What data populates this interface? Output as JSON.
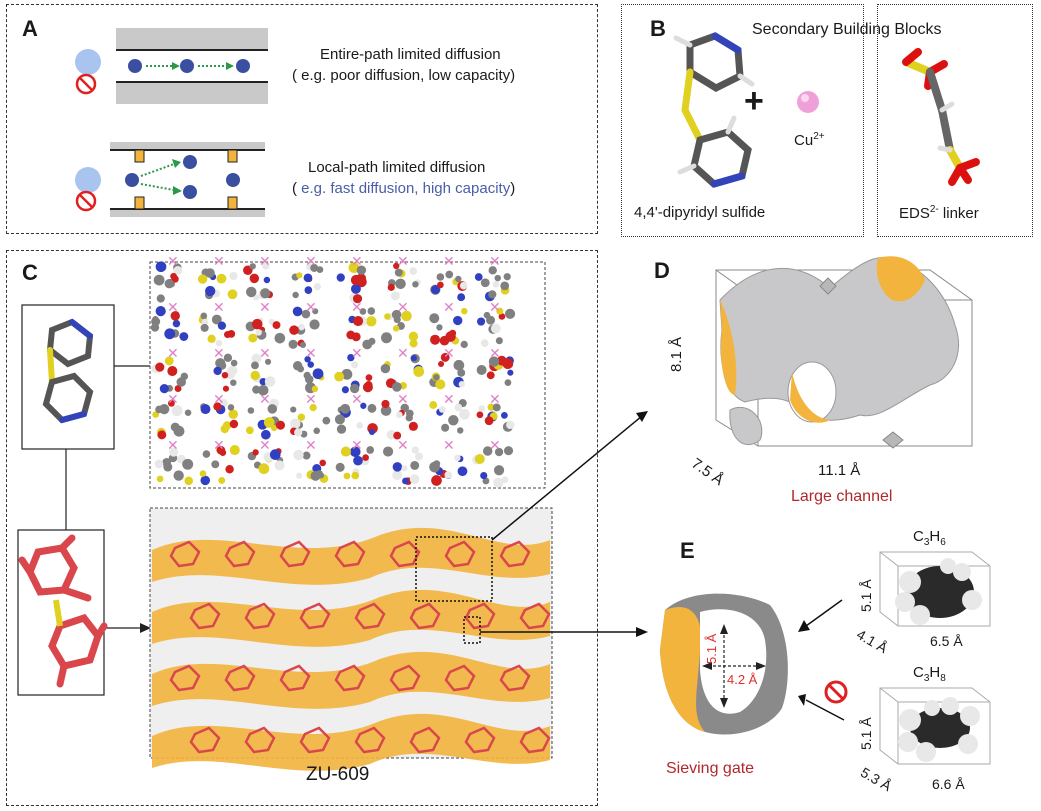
{
  "panelA": {
    "letter": "A",
    "top": {
      "line1": "Entire-path limited diffusion",
      "line2": "( e.g. poor diffusion, low capacity)"
    },
    "bottom": {
      "line1": "Local-path limited diffusion",
      "line2_open": "( ",
      "line2_blue": "e.g. fast diffusion, high capacity",
      "line2_close": ")"
    }
  },
  "panelB": {
    "letter": "B",
    "title": "Secondary Building Blocks",
    "ligand_label": "4,4'-dipyridyl sulfide",
    "plus": "+",
    "metal": "Cu",
    "metal_charge": "2+",
    "linker_label": "EDS",
    "linker_charge": "2-",
    "linker_word": " linker"
  },
  "panelC": {
    "letter": "C",
    "label": "ZU-609"
  },
  "panelD": {
    "letter": "D",
    "dim_vertical": "8.1 Å",
    "dim_depth": "7.5 Å",
    "dim_width": "11.1 Å",
    "caption": "Large channel"
  },
  "panelE": {
    "letter": "E",
    "gate_v": "5.1 Å",
    "gate_h": "4.2 Å",
    "caption": "Sieving gate",
    "propylene": {
      "formula_C": "C",
      "sub1": "3",
      "formula_H": "H",
      "sub2": "6",
      "dim_v": "5.1 Å",
      "dim_d": "4.1 Å",
      "dim_w": "6.5 Å"
    },
    "propane": {
      "formula_C": "C",
      "sub1": "3",
      "formula_H": "H",
      "sub2": "8",
      "dim_v": "5.1 Å",
      "dim_d": "5.3 Å",
      "dim_w": "6.6 Å"
    }
  },
  "colors": {
    "orange": "#f2b43c",
    "gray": "#c8c8c8",
    "blue_mol": "#3a4fa0",
    "red_mol": "#d9474d",
    "caption_red": "#b0282a"
  }
}
